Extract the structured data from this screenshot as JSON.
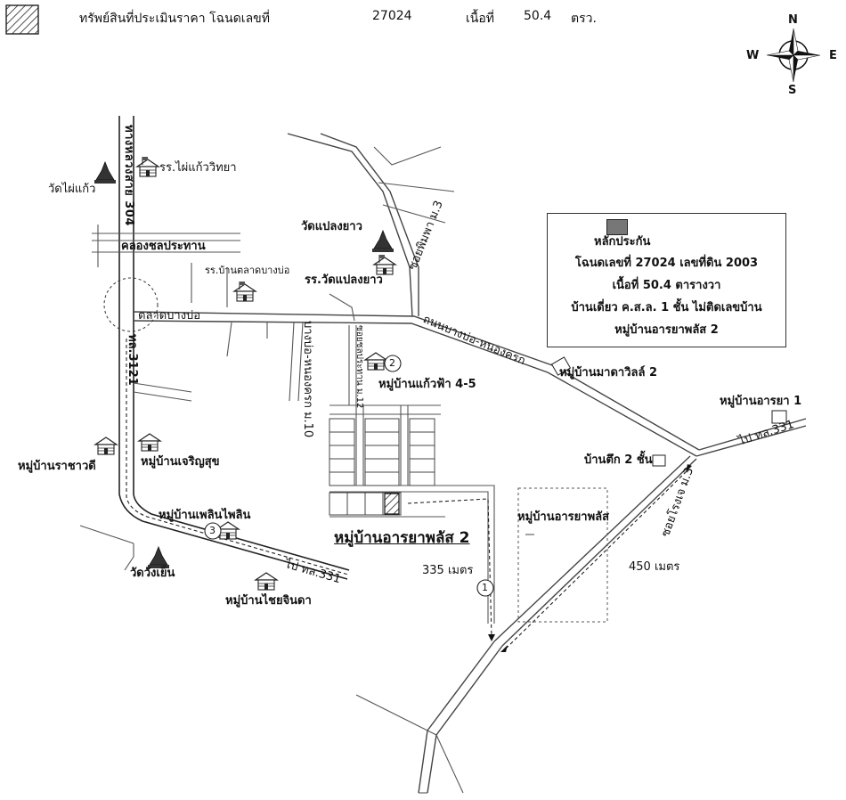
{
  "header": {
    "caption": "ทรัพย์สินที่ประเมินราคา โฉนดเลขที่",
    "deed_no": "27024",
    "area_label": "เนื้อที่",
    "area_value": "50.4",
    "area_unit": "ตรว."
  },
  "compass": {
    "n": "N",
    "s": "S",
    "e": "E",
    "w": "W"
  },
  "legend": {
    "marker_label": "หลักประกัน",
    "deed_line": "โฉนดเลขที่ 27024 เลขที่ดิน 2003",
    "area_line": "เนื้อที่ 50.4 ตารางวา",
    "building_line": "บ้านเดี่ยว ค.ส.ล. 1 ชั้น ไม่ติดเลขบ้าน",
    "village_line": "หมู่บ้านอารยาพลัส 2"
  },
  "labels": {
    "school_phaikaew": "รร.ไผ่แก้ววิทยา",
    "temple_phaikaew": "วัดไผ่แก้ว",
    "canal": "คลองชลประทาน",
    "highway_304": "ทางหลวงสาย 304",
    "school_bangbo_market": "รร.บ้านตลาดบางบ่อ",
    "market_bangbo": "ตลาดบางบ่อ",
    "highway_3121": "ทล.3121",
    "temple_plaengyao": "วัดแปลงยาว",
    "soi_phimpha": "ซอยพิมพา ม.3",
    "school_plaengyao": "รร.วัดแปลงยาว",
    "road_bangbo_nongkhrok": "ถนนบางบ่อ-หนองครก",
    "road_bangbo_nongkhrok_m10": "บางบ่อ-หนองครก ม.10",
    "soi_m12": "ซอยชลประทาน ม.12",
    "village_kaewfa": "หมู่บ้านแก้วฟ้า 4-5",
    "village_madaville": "หมู่บ้านมาดาวิลล์ 2",
    "village_araya1": "หมู่บ้านอารยา 1",
    "to_331_right": "ไป ทล.331",
    "village_rachawadi": "หมู่บ้านราชาวดี",
    "village_charoensuk": "หมู่บ้านเจริญสุข",
    "house_2_storey": "บ้านตึก 2 ชั้น",
    "soi_rongchue": "ซอยโรงเจ ม.3",
    "village_araya_plus2": "หมู่บ้านอารยาพลัส 2",
    "village_araya_plus": "หมู่บ้านอารยาพลัส",
    "village_ploenphlin": "หมู่บ้านเพลินไพลิน",
    "dist_335": "335 เมตร",
    "dist_450": "450 เมตร",
    "temple_wangyen": "วัดวังเย็น",
    "to_331_left": "ไป ทล.331",
    "village_chaiyachinda": "หมู่บ้านไชยจินดา",
    "mark_1": "1",
    "mark_2": "2",
    "mark_3": "3"
  }
}
